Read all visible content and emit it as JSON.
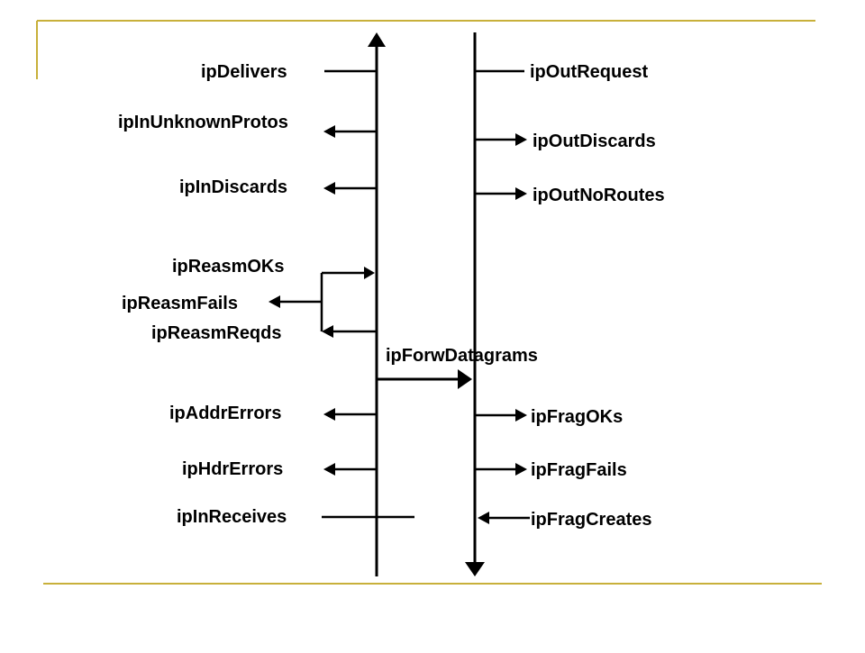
{
  "accent_color": "#c8b03a",
  "labels": {
    "ip_delivers": "ipDelivers",
    "ip_in_unknown_protos": "ipInUnknownProtos",
    "ip_in_discards": "ipInDiscards",
    "ip_reasm_oks": "ipReasmOKs",
    "ip_reasm_fails": "ipReasmFails",
    "ip_reasm_reqds": "ipReasmReqds",
    "ip_forw_datagrams": "ipForwDatagrams",
    "ip_addr_errors": "ipAddrErrors",
    "ip_hdr_errors": "ipHdrErrors",
    "ip_in_receives": "ipInReceives",
    "ip_out_request": "ipOutRequest",
    "ip_out_discards": "ipOutDiscards",
    "ip_out_no_routes": "ipOutNoRoutes",
    "ip_frag_oks": "ipFragOKs",
    "ip_frag_fails": "ipFragFails",
    "ip_frag_creates": "ipFragCreates"
  }
}
